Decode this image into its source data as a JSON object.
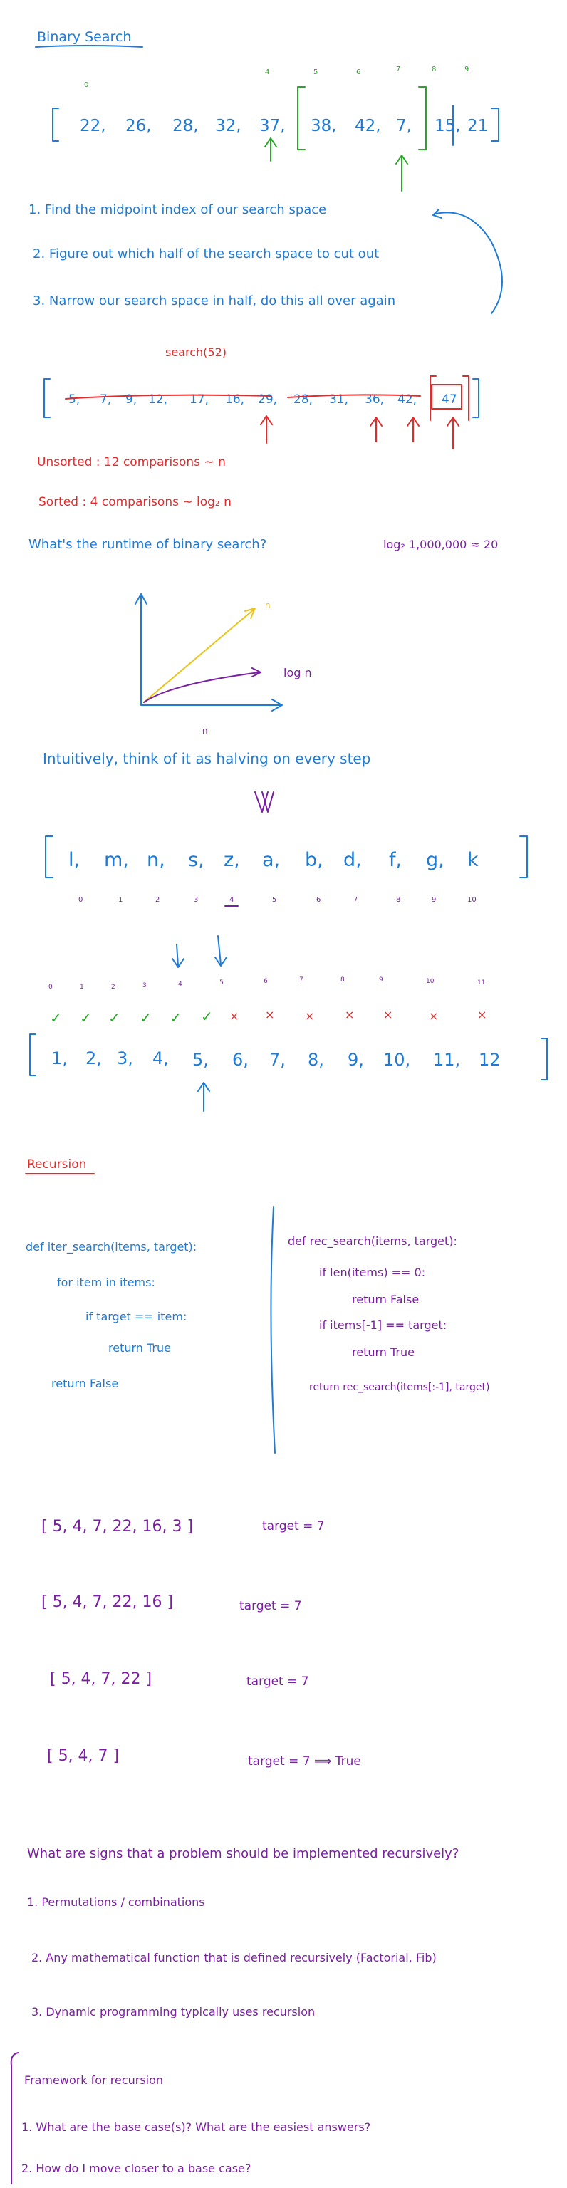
{
  "colors": {
    "blue": "#1f7bd6",
    "red": "#e32b2b",
    "purple": "#7b1fa2",
    "green": "#2aa52a",
    "yellow": "#e8c51a"
  },
  "binary": {
    "title": "Binary Search",
    "index_labels": [
      "0",
      "4",
      "5",
      "6",
      "7",
      "8",
      "9"
    ],
    "array": [
      "22,",
      "26,",
      "28,",
      "32,",
      "37,",
      "38,",
      "42,",
      "7,",
      "15,",
      "21"
    ],
    "steps": [
      "1. Find the midpoint index of our search space",
      "2. Figure out which half of the search space to cut out",
      "3. Narrow our search space in half, do this all over again"
    ],
    "search_label": "search(52)",
    "search_array": [
      "5,",
      "7,",
      "9,",
      "12,",
      "17,",
      "16,",
      "29,",
      "28,",
      "31,",
      "36,",
      "42,",
      "47"
    ],
    "unsorted": "Unsorted : 12 comparisons ∼ n",
    "sorted": "Sorted : 4 comparisons ∼ log₂ n",
    "runtime_question": "What's the runtime of binary search?",
    "log_eq": "log₂ 1,000,000 ≈ 20",
    "graph_n": "n",
    "graph_logn": "log n",
    "graph_axis_n": "n",
    "intuition": "Intuitively, think of it as halving on every step",
    "letters": [
      "l,",
      "m,",
      "n,",
      "s,",
      "z,",
      "a,",
      "b,",
      "d,",
      "f,",
      "g,",
      "k"
    ],
    "letter_idx": [
      "0",
      "1",
      "2",
      "3",
      "4",
      "5",
      "6",
      "7",
      "8",
      "9",
      "10"
    ],
    "num_idx": [
      "0",
      "1",
      "2",
      "3",
      "4",
      "5",
      "6",
      "7",
      "8",
      "9",
      "10",
      "11"
    ],
    "checks": [
      "✓",
      "✓",
      "✓",
      "✓",
      "✓",
      "✓"
    ],
    "crosses": [
      "×",
      "×",
      "×",
      "×",
      "×",
      "×",
      "×"
    ],
    "numbers": [
      "1,",
      "2,",
      "3,",
      "4,",
      "5,",
      "6,",
      "7,",
      "8,",
      "9,",
      "10,",
      "11,",
      "12"
    ]
  },
  "recursion": {
    "title": "Recursion",
    "iter": [
      "def iter_search(items, target):",
      "for item in items:",
      "if target == item:",
      "return True",
      "return False"
    ],
    "rec": [
      "def rec_search(items, target):",
      "if len(items) == 0:",
      "return False",
      "if items[-1] == target:",
      "return True",
      "return rec_search(items[:-1], target)"
    ],
    "trace": [
      {
        "arr": "[ 5, 4, 7, 22, 16, 3 ]",
        "target": "target = 7"
      },
      {
        "arr": "[ 5, 4, 7, 22, 16 ]",
        "target": "target = 7"
      },
      {
        "arr": "[ 5, 4, 7, 22 ]",
        "target": "target = 7"
      },
      {
        "arr": "[ 5, 4, 7 ]",
        "target": "target = 7 ⟹ True"
      }
    ],
    "signs_q": "What are signs that a problem should be implemented recursively?",
    "signs": [
      "1. Permutations / combinations",
      "2. Any mathematical function that is defined recursively (Factorial, Fib)",
      "3. Dynamic programming typically uses recursion"
    ],
    "framework_title": "Framework for recursion",
    "framework": [
      "1. What are the base case(s)? What are the easiest answers?",
      "2. How do I move closer to a base case?"
    ]
  }
}
